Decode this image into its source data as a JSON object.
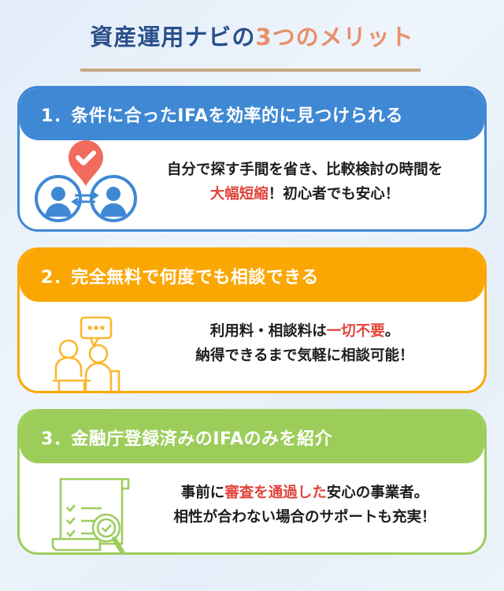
{
  "title": {
    "main": "資産運用ナビの",
    "accent": "3つのメリット"
  },
  "colors": {
    "blue": "#3f88d4",
    "orange": "#fba703",
    "green": "#9ccd5b",
    "red": "#e0453b",
    "title": "#2a4f8a",
    "accent": "#e8906a"
  },
  "merits": [
    {
      "heading": "1．条件に合ったIFAを効率的に見つけられる",
      "icon": "people-match-icon",
      "line1": "自分で探す手間を省き、比較検討の時間を",
      "line2_red": "大幅短縮",
      "line2_rest": "！初心者でも安心！"
    },
    {
      "heading": "2．完全無料で何度でも相談できる",
      "icon": "consultation-icon",
      "line1_pre": "利用料・相談料は",
      "line1_red": "一切不要",
      "line1_post": "。",
      "line2": "納得できるまで気軽に相談可能！"
    },
    {
      "heading": "3．金融庁登録済みのIFAのみを紹介",
      "icon": "verified-document-icon",
      "line1_pre": "事前に",
      "line1_red": "審査を通過した",
      "line1_post": "安心の事業者。",
      "line2": "相性が合わない場合のサポートも充実！"
    }
  ]
}
